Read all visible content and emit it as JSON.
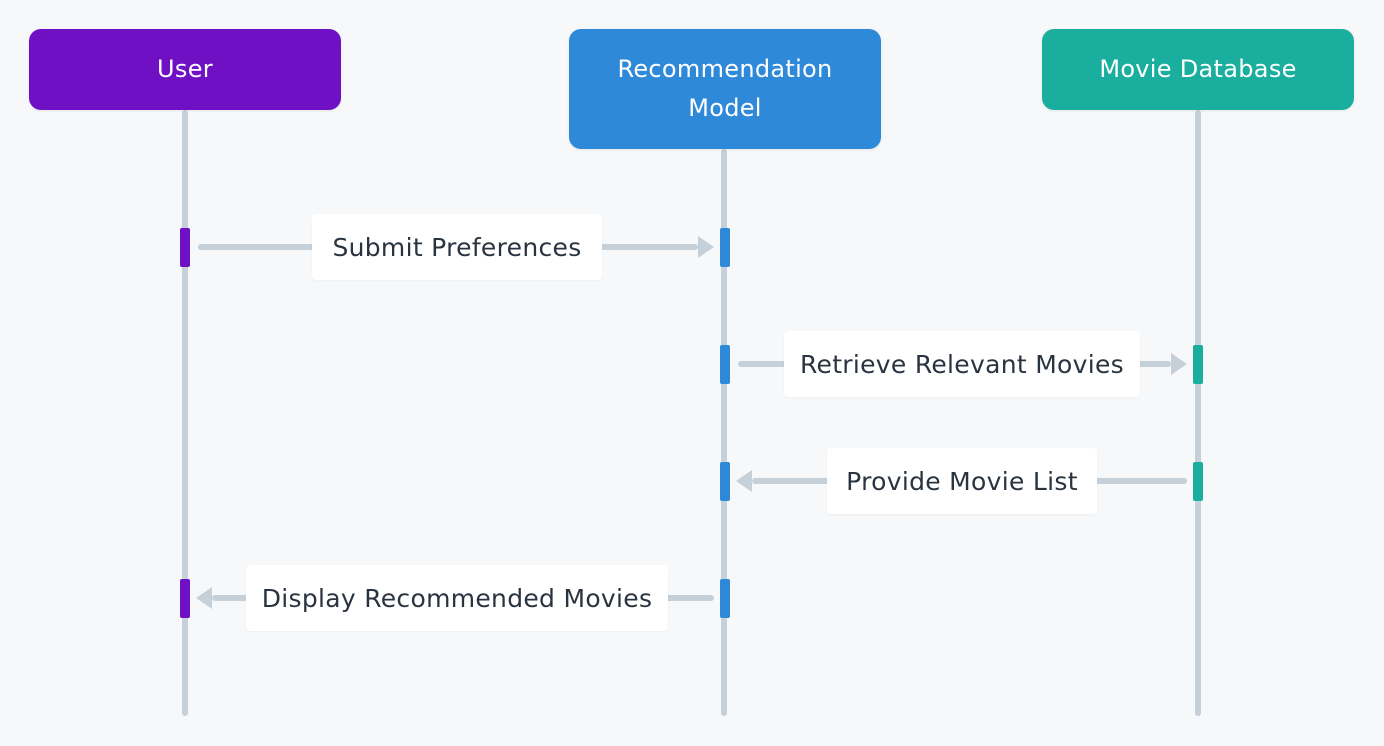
{
  "participants": {
    "user": {
      "label": "User",
      "color": "#6f10c4"
    },
    "model": {
      "label": "Recommendation Model",
      "color": "#2e89d9"
    },
    "database": {
      "label": "Movie Database",
      "color": "#1aae9f"
    }
  },
  "messages": [
    {
      "from": "User",
      "to": "Recommendation Model",
      "label": "Submit Preferences"
    },
    {
      "from": "Recommendation Model",
      "to": "Movie Database",
      "label": "Retrieve Relevant Movies"
    },
    {
      "from": "Movie Database",
      "to": "Recommendation Model",
      "label": "Provide Movie List"
    },
    {
      "from": "Recommendation Model",
      "to": "User",
      "label": "Display Recommended Movies"
    }
  ],
  "colors": {
    "lifeline": "#c5d0d9",
    "background": "#f7f8fa",
    "text": "#2a3441"
  }
}
